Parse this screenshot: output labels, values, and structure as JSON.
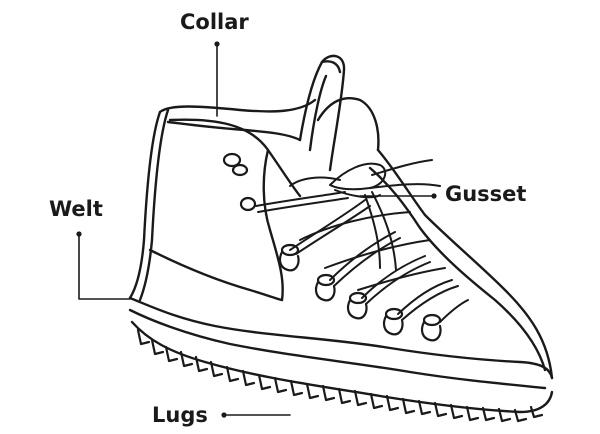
{
  "diagram": {
    "labels": {
      "collar": "Collar",
      "gusset": "Gusset",
      "welt": "Welt",
      "lugs": "Lugs"
    },
    "colors": {
      "ink": "#1a1a1a",
      "paper": "#ffffff"
    },
    "illustration": "hiking-boot-line-drawing"
  }
}
